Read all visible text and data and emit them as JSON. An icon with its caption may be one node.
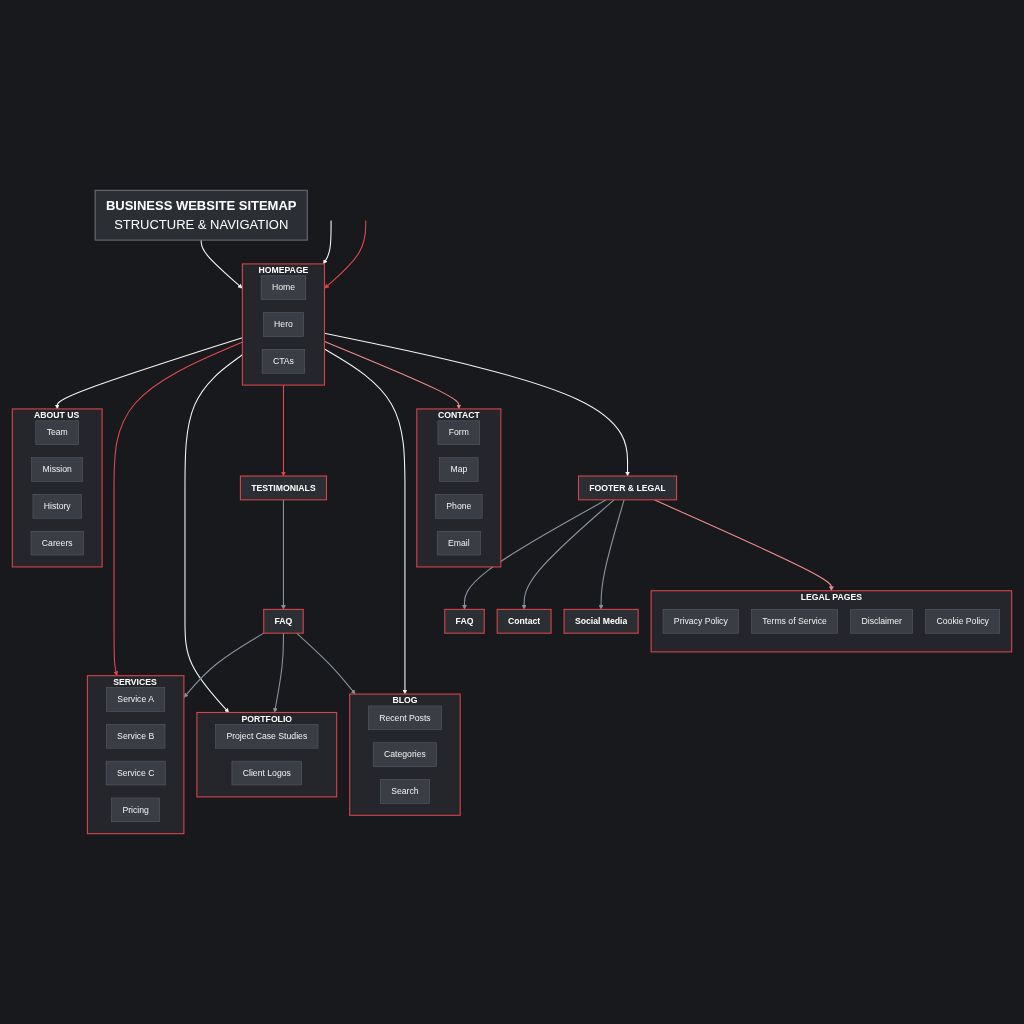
{
  "diagram": {
    "nodes": [
      {
        "text": [
          "BUSINESS WEBSITE SITEMAP",
          "STRUCTURE & NAVIGATION"
        ]
      },
      {
        "text": [
          "HOMEPAGE"
        ]
      },
      {
        "text": [
          "Home"
        ],
        "in": 1
      },
      {
        "text": [
          "Hero"
        ],
        "in": 1
      },
      {
        "text": [
          "CTAs"
        ],
        "in": 1
      },
      {
        "text": [
          "ABOUT US"
        ]
      },
      {
        "text": [
          "Team"
        ],
        "in": 5
      },
      {
        "text": [
          "Mission"
        ],
        "in": 5
      },
      {
        "text": [
          "History"
        ],
        "in": 5
      },
      {
        "text": [
          "Careers"
        ],
        "in": 5
      },
      {
        "text": [
          "SERVICES"
        ]
      },
      {
        "text": [
          "Service A"
        ],
        "in": 10
      },
      {
        "text": [
          "Service B"
        ],
        "in": 10
      },
      {
        "text": [
          "Service C"
        ],
        "in": 10
      },
      {
        "text": [
          "Pricing"
        ],
        "in": 10
      },
      {
        "text": [
          "PORTFOLIO"
        ]
      },
      {
        "text": [
          "Project Case Studies"
        ],
        "in": 15
      },
      {
        "text": [
          "Client Logos"
        ],
        "in": 15
      },
      {
        "text": [
          "TESTIMONIALS"
        ]
      },
      {
        "text": [
          "FAQ"
        ]
      },
      {
        "text": [
          "BLOG"
        ]
      },
      {
        "text": [
          "Recent Posts"
        ],
        "in": 20
      },
      {
        "text": [
          "Categories"
        ],
        "in": 20
      },
      {
        "text": [
          "Search"
        ],
        "in": 20
      },
      {
        "text": [
          "CONTACT"
        ]
      },
      {
        "text": [
          "Form"
        ],
        "in": 24
      },
      {
        "text": [
          "Map"
        ],
        "in": 24
      },
      {
        "text": [
          "Phone"
        ],
        "in": 24
      },
      {
        "text": [
          "Email"
        ],
        "in": 24
      },
      {
        "text": [
          "FOOTER & LEGAL"
        ]
      },
      {
        "text": [
          "LEGAL PAGES"
        ]
      },
      {
        "text": [
          "Privacy Policy"
        ],
        "in": 30
      },
      {
        "text": [
          "Terms of Service"
        ],
        "in": 30
      },
      {
        "text": [
          "Disclaimer"
        ],
        "in": 30
      },
      {
        "text": [
          "Cookie Policy"
        ],
        "in": 30
      },
      {
        "text": [
          "FAQ"
        ]
      },
      {
        "text": [
          "Contact"
        ]
      },
      {
        "text": [
          "Social Media"
        ]
      }
    ],
    "edges": [
      {
        "from": 0,
        "to": 1,
        "arrow": "to",
        "color": "#f4f4f4"
      },
      {
        "from": null,
        "to": 1,
        "arrow": "to",
        "color": "#f4f4f4"
      },
      {
        "from": null,
        "to": 1,
        "arrow": "to",
        "color": "#e5484d"
      },
      {
        "from": 1,
        "to": 5,
        "arrow": "to",
        "color": "#f4f4f4"
      },
      {
        "from": 1,
        "to": 10,
        "arrow": "to",
        "color": "#e5484d"
      },
      {
        "from": 1,
        "to": 15,
        "arrow": "to",
        "color": "#f4f4f4"
      },
      {
        "from": 1,
        "to": 18,
        "arrow": "to",
        "color": "#e5484d"
      },
      {
        "from": 1,
        "to": 20,
        "arrow": "to",
        "color": "#f4f4f4"
      },
      {
        "from": 1,
        "to": 24,
        "arrow": "to",
        "color": "#f28b8b"
      },
      {
        "from": 1,
        "to": 29,
        "arrow": "to",
        "color": "#f4f4f4"
      },
      {
        "from": 18,
        "to": 19,
        "arrow": "to",
        "color": "#8b929c"
      },
      {
        "from": 19,
        "to": 10,
        "arrow": "to",
        "color": "#8b929c"
      },
      {
        "from": 19,
        "to": 15,
        "arrow": "to",
        "color": "#8b929c"
      },
      {
        "from": 19,
        "to": 20,
        "arrow": "to",
        "color": "#8b929c"
      },
      {
        "from": 29,
        "to": 30,
        "arrow": "to",
        "color": "#f28b8b"
      },
      {
        "from": 29,
        "to": 35,
        "arrow": "to",
        "color": "#8b929c"
      },
      {
        "from": 29,
        "to": 36,
        "arrow": "to",
        "color": "#8b929c"
      },
      {
        "from": 29,
        "to": 37,
        "arrow": "to",
        "color": "#8b929c"
      }
    ]
  }
}
